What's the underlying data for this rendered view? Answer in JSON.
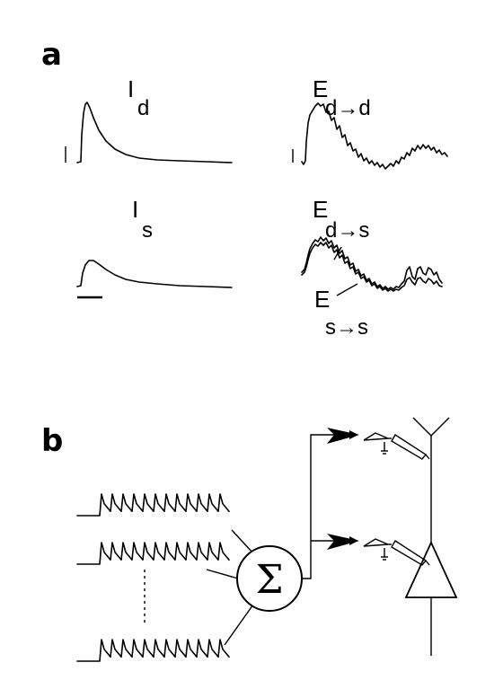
{
  "panel_a": {
    "letter": "a",
    "trace_labels": {
      "i_d": {
        "main": "I",
        "sub": "d"
      },
      "i_s": {
        "main": "I",
        "sub": "s"
      },
      "e_dd": {
        "main": "E",
        "sub": "d→d"
      },
      "e_ds": {
        "main": "E",
        "sub": "d→s"
      },
      "e_ss": {
        "main": "E",
        "sub": "s→s"
      }
    }
  },
  "panel_b": {
    "letter": "b",
    "summation_symbol": "Σ",
    "input_trains": 3
  }
}
